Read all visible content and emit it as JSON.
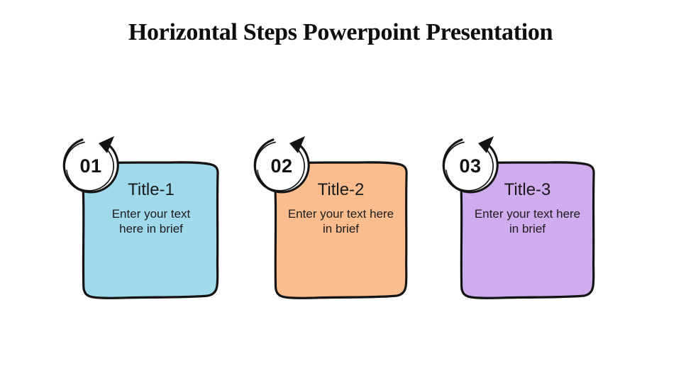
{
  "slide": {
    "title": "Horizontal Steps Powerpoint Presentation",
    "background": "#ffffff"
  },
  "colors": {
    "border": "#141414",
    "badge_fill": "#ffffff",
    "title_text": "#0d0d0d",
    "body_text": "#1c1c1c"
  },
  "steps": [
    {
      "number": "01",
      "title": "Title-1",
      "body_line1": "Enter your text",
      "body_line2": "here in brief",
      "fill": "#a0d8ec"
    },
    {
      "number": "02",
      "title": "Title-2",
      "body_line1": "Enter your text here",
      "body_line2": "in brief",
      "fill": "#fbbd8d"
    },
    {
      "number": "03",
      "title": "Title-3",
      "body_line1": "Enter your text here",
      "body_line2": "in brief",
      "fill": "#cfacee"
    }
  ]
}
